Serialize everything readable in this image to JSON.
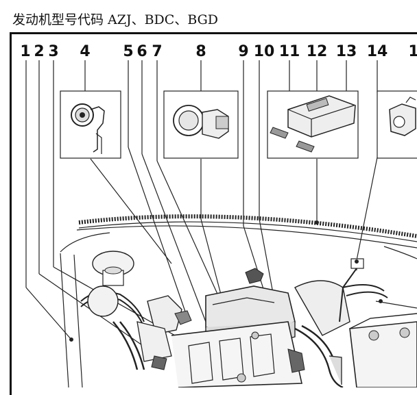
{
  "caption": "发动机型号代码  AZJ、BDC、BGD",
  "callouts": [
    {
      "label": "1"
    },
    {
      "label": "2"
    },
    {
      "label": "3"
    },
    {
      "label": "4"
    },
    {
      "label": "5"
    },
    {
      "label": "6"
    },
    {
      "label": "7"
    },
    {
      "label": "8"
    },
    {
      "label": "9"
    },
    {
      "label": "10"
    },
    {
      "label": "11"
    },
    {
      "label": "12"
    },
    {
      "label": "13"
    },
    {
      "label": "14"
    },
    {
      "label": "1"
    }
  ]
}
